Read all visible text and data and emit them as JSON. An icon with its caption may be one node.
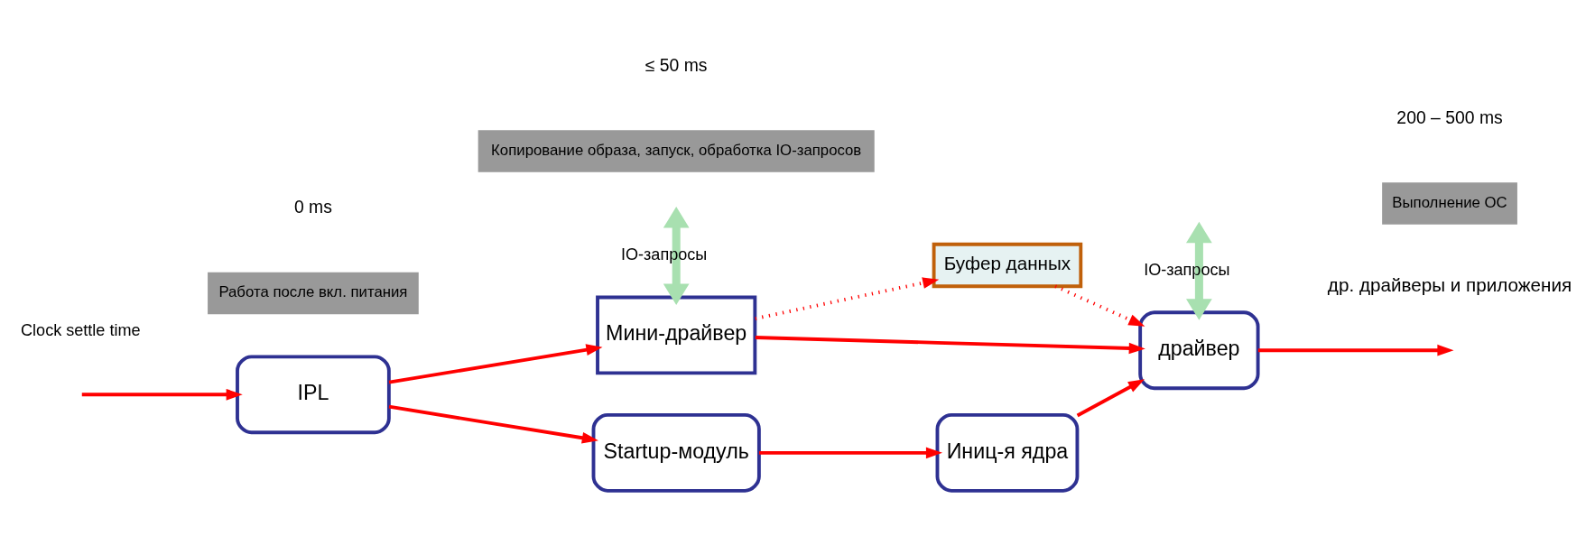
{
  "diagram": {
    "nodes": [
      {
        "text": [
          "IPL"
        ]
      },
      {
        "text": [
          "Мини-драйвер"
        ]
      },
      {
        "text": [
          "Буфер данных"
        ]
      },
      {
        "text": [
          "Startup-модуль"
        ]
      },
      {
        "text": [
          "Иниц-я ядра"
        ]
      },
      {
        "text": [
          "драйвер"
        ]
      }
    ],
    "edges": [
      {
        "from": null,
        "to": 0,
        "arrow": "to"
      },
      {
        "from": 0,
        "to": 1,
        "arrow": "to"
      },
      {
        "from": 0,
        "to": 3,
        "arrow": "to"
      },
      {
        "from": 3,
        "to": 4,
        "arrow": "to"
      },
      {
        "from": 4,
        "to": 5,
        "arrow": "to"
      },
      {
        "from": 1,
        "to": 5,
        "arrow": "to"
      },
      {
        "from": 1,
        "to": 2,
        "arrow": "to",
        "style": "dashed"
      },
      {
        "from": 2,
        "to": 5,
        "arrow": "to",
        "style": "dashed"
      },
      {
        "from": 5,
        "to": null,
        "arrow": "to"
      },
      {
        "from": null,
        "to": 1,
        "arrow": "both",
        "label": "IO-запросы",
        "style": "thick",
        "color": "#a8e0b0"
      },
      {
        "from": null,
        "to": 5,
        "arrow": "both",
        "label": "IO-запросы",
        "style": "thick",
        "color": "#a8e0b0"
      }
    ],
    "labels": [
      "Clock settle time",
      "др. драйверы и приложения",
      "Работа после вкл. питания",
      "Копирование образа, запуск, обработка IO-запросов",
      "Выполнение ОС",
      "0 ms",
      "≤ 50 ms",
      "200 – 500 ms"
    ]
  }
}
